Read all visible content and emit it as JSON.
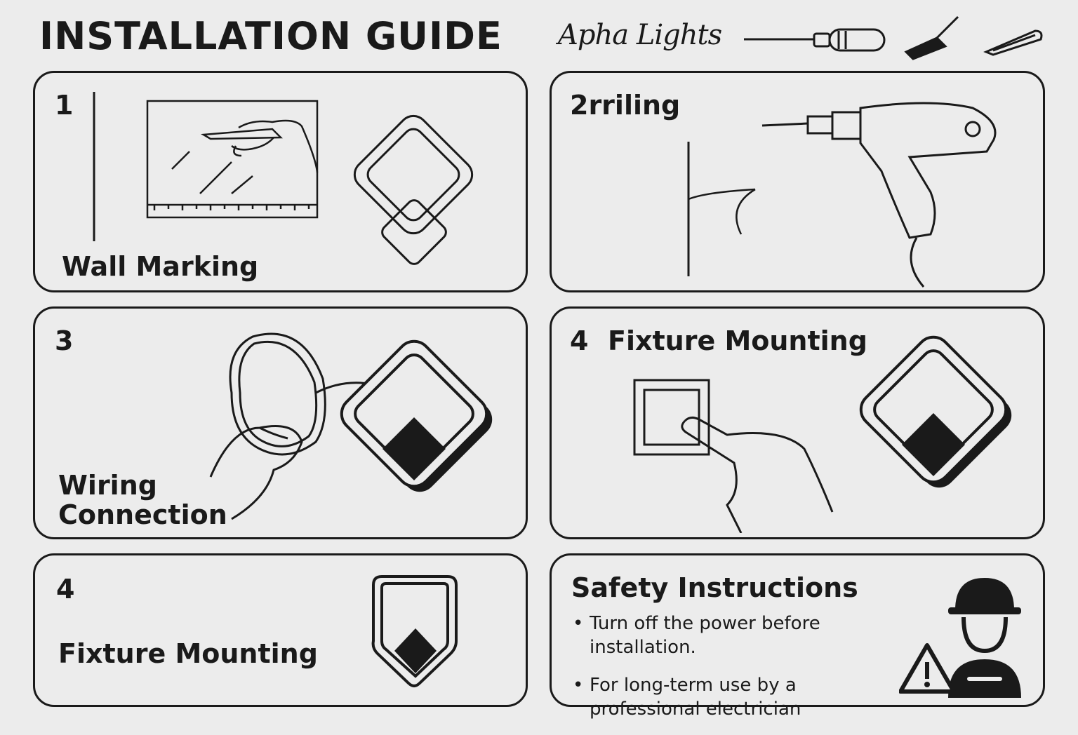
{
  "header": {
    "title": "INSTALLATION GUIDE",
    "brand": "Apha Lights"
  },
  "steps": [
    {
      "number": "1",
      "label": "Wall Marking"
    },
    {
      "number": "",
      "label": "2rriling"
    },
    {
      "number": "3",
      "label_line1": "Wiring",
      "label_line2": "Connection"
    },
    {
      "number": "4",
      "label": "Fixture Mounting"
    },
    {
      "number": "4",
      "label": "Fixture Mounting"
    }
  ],
  "safety": {
    "title": "Safety Instructions",
    "items": [
      "Turn off the power before installation.",
      "For long-term use by a professional electrician"
    ]
  },
  "icons": {
    "tools": [
      "screwdriver-icon",
      "small-screwdriver-icon",
      "wall-anchor-icon"
    ],
    "step1": [
      "pencil-hand-icon",
      "diamond-lamp-icon"
    ],
    "step2": [
      "power-drill-icon"
    ],
    "step3": [
      "wire-coil-icon",
      "diamond-lamp-icon"
    ],
    "step4": [
      "switch-press-icon",
      "diamond-lamp-icon"
    ],
    "step5": [
      "shield-lamp-icon"
    ],
    "safety": [
      "electrician-icon",
      "warning-triangle-icon"
    ]
  },
  "colors": {
    "ink": "#1a1a1a",
    "paper": "#ececec"
  }
}
